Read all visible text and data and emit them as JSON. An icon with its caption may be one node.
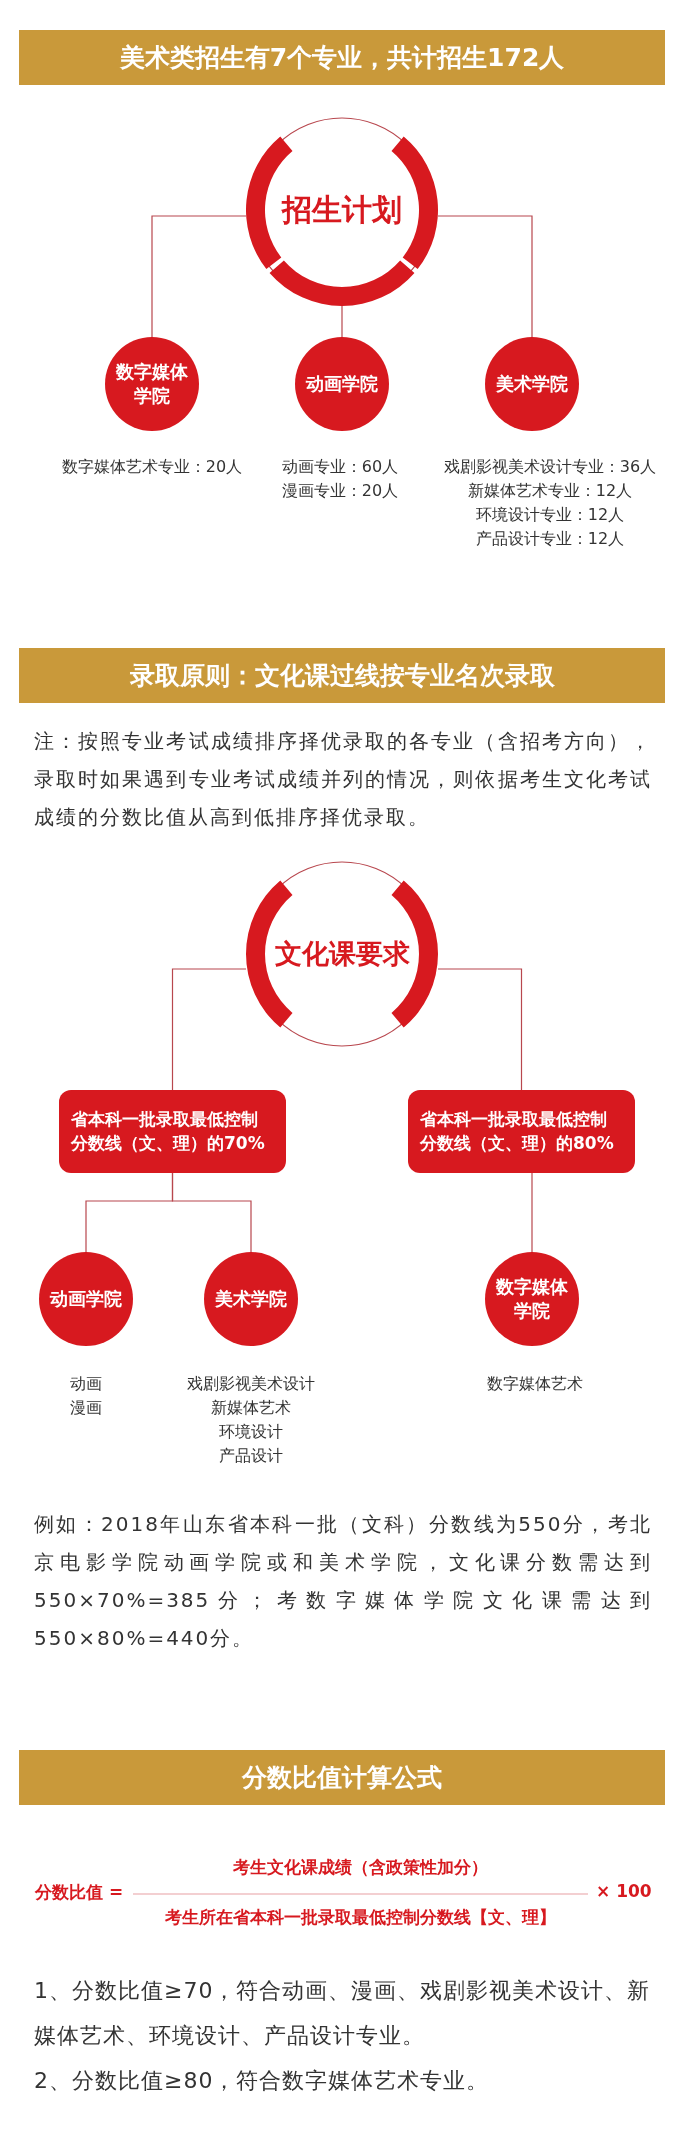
{
  "diagram": {
    "nodes": [
      {
        "text": [
          "招生计划"
        ]
      },
      {
        "text": [
          "数字媒体学院"
        ],
        "beside": [
          "数字媒体艺术专业：20人"
        ]
      },
      {
        "text": [
          "动画学院"
        ],
        "beside": [
          "动画专业：60人",
          "漫画专业：20人"
        ]
      },
      {
        "text": [
          "美术学院"
        ],
        "beside": [
          "戏剧影视美术设计专业：36人",
          "新媒体艺术专业：12人",
          "环境设计专业：12人",
          "产品设计专业：12人"
        ]
      },
      {
        "text": [
          "文化课要求"
        ]
      },
      {
        "text": [
          "省本科一批录取最低控制分数线（文、理）的70%"
        ]
      },
      {
        "text": [
          "省本科一批录取最低控制分数线（文、理）的80%"
        ]
      },
      {
        "text": [
          "动画学院"
        ],
        "beside": [
          "动画",
          "漫画"
        ]
      },
      {
        "text": [
          "美术学院"
        ],
        "beside": [
          "戏剧影视美术设计",
          "新媒体艺术",
          "环境设计",
          "产品设计"
        ]
      },
      {
        "text": [
          "数字媒体学院"
        ],
        "beside": [
          "数字媒体艺术"
        ]
      }
    ],
    "edges": [
      {
        "from": 0,
        "to": 1,
        "arrow": "none"
      },
      {
        "from": 0,
        "to": 2,
        "arrow": "none"
      },
      {
        "from": 0,
        "to": 3,
        "arrow": "none"
      },
      {
        "from": 4,
        "to": 5,
        "arrow": "none"
      },
      {
        "from": 4,
        "to": 6,
        "arrow": "none"
      },
      {
        "from": 5,
        "to": 7,
        "arrow": "none"
      },
      {
        "from": 5,
        "to": 8,
        "arrow": "none"
      },
      {
        "from": 6,
        "to": 9,
        "arrow": "none"
      }
    ],
    "labels": [
      "美术类招生有7个专业，共计招生172人",
      "录取原则：文化课过线按专业名次录取",
      "注：按照专业考试成绩排序择优录取的各专业（含招考方向），录取时如果遇到专业考试成绩并列的情况，则依据考生文化考试成绩的分数比值从高到低排序择优录取。",
      "例如：2018年山东省本科一批（文科）分数线为550分，考北京电影学院动画学院或和美术学院，文化课分数需达到550×70%=385分；考数字媒体学院文化课需达到550×80%=440分。",
      "分数比值计算公式",
      "分数比值 =",
      "考生文化课成绩（含政策性加分）",
      "考生所在省本科一批录取最低控制分数线【文、理】",
      "× 100",
      "1、分数比值≥70，符合动画、漫画、戏剧影视美术设计、新媒体艺术、环境设计、产品设计专业。",
      "2、分数比值≥80，符合数字媒体艺术专业。"
    ]
  }
}
